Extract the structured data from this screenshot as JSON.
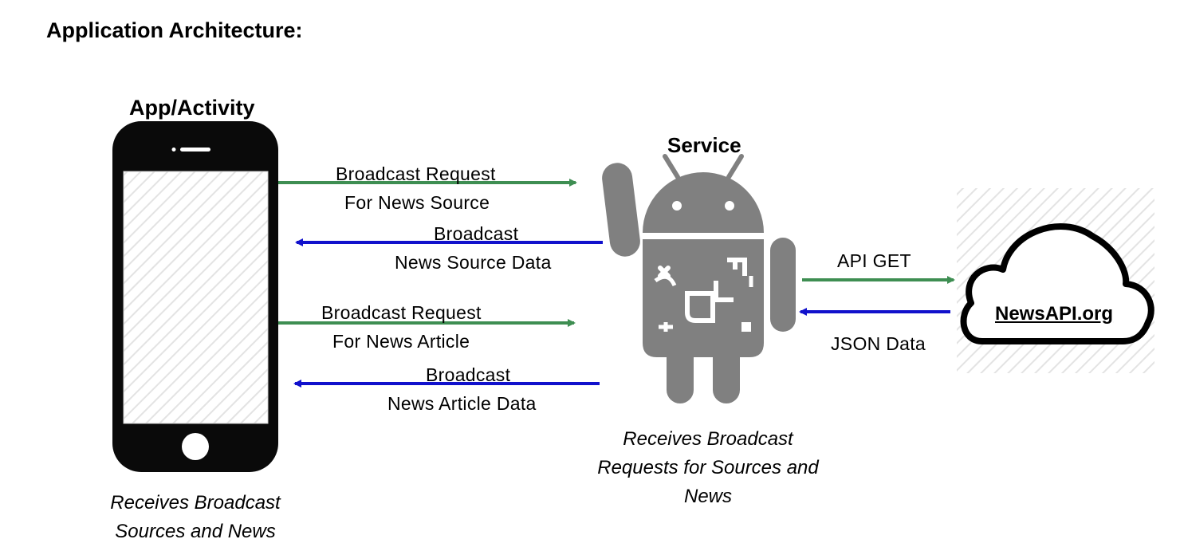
{
  "title": "Application Architecture:",
  "nodes": {
    "app": {
      "label": "App/Activity",
      "caption_line1": "Receives Broadcast",
      "caption_line2": "Sources and News"
    },
    "service": {
      "label": "Service",
      "caption_line1": "Receives Broadcast",
      "caption_line2": "Requests for Sources and",
      "caption_line3": "News"
    },
    "newsapi": {
      "label": "NewsAPI.org"
    }
  },
  "edges": {
    "req_source": {
      "line1": "Broadcast Request",
      "line2": "For News Source"
    },
    "resp_source": {
      "line1": "Broadcast",
      "line2": "News Source Data"
    },
    "req_article": {
      "line1": "Broadcast Request",
      "line2": "For News Article"
    },
    "resp_article": {
      "line1": "Broadcast",
      "line2": "News Article Data"
    },
    "api_get": {
      "label": "API GET"
    },
    "json_data": {
      "label": "JSON Data"
    }
  },
  "colors": {
    "request_arrow": "#3e8e52",
    "response_arrow": "#1111cc",
    "robot": "#808080",
    "phone": "#0a0a0a"
  },
  "icons": {
    "phone": "smartphone-icon",
    "service": "android-robot-icon",
    "cloud": "cloud-icon"
  }
}
